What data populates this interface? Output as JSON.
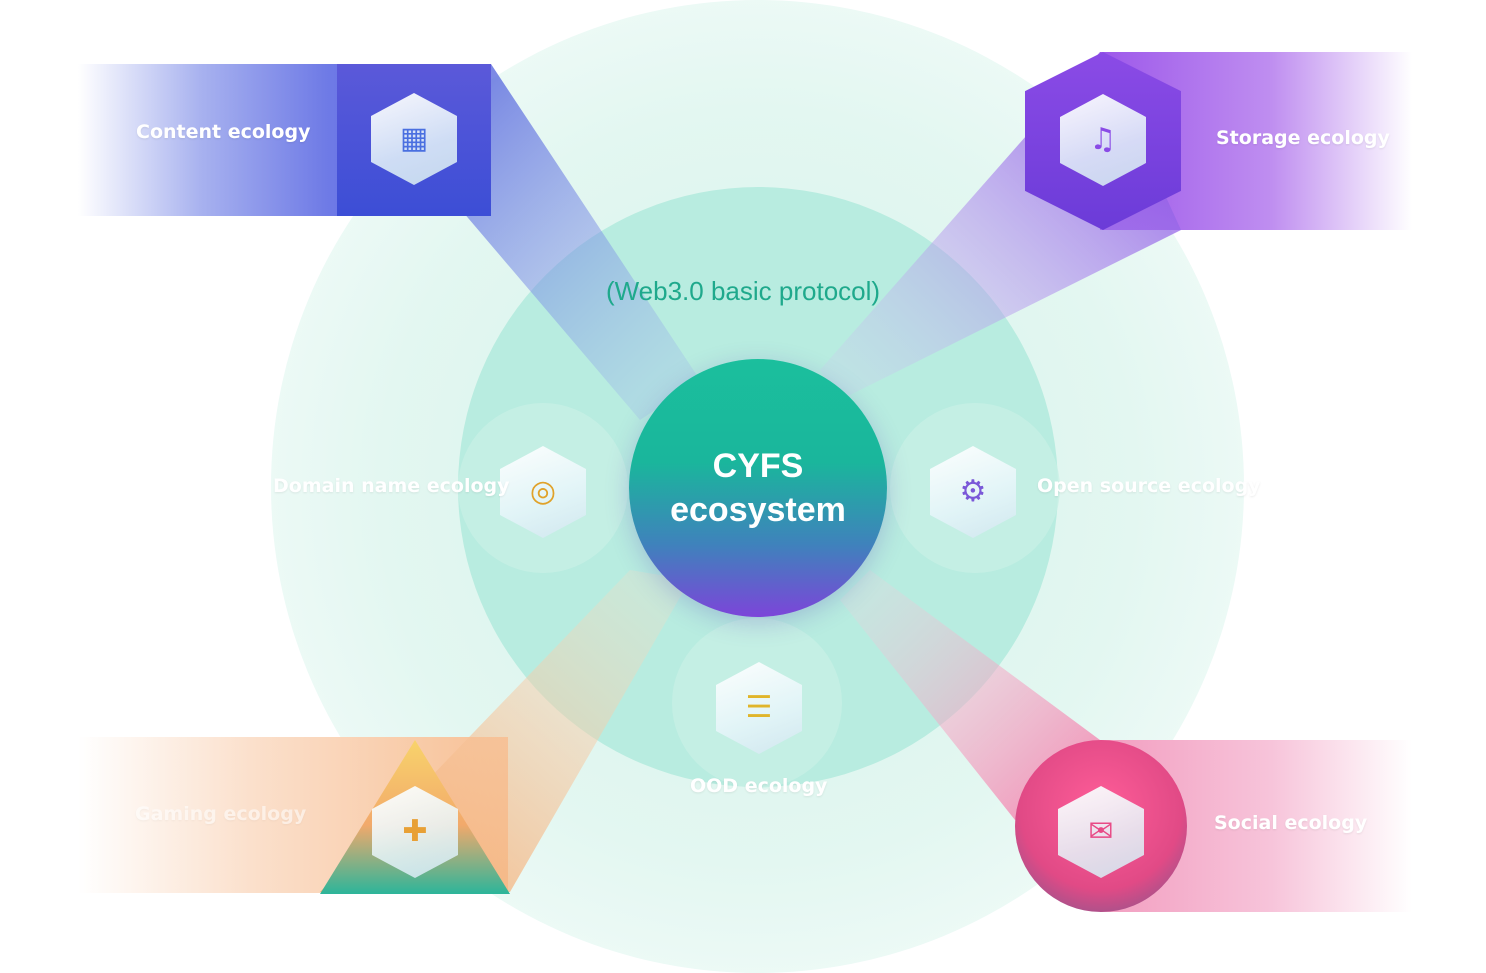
{
  "diagram": {
    "subtitle": "(Web3.0 basic protocol)",
    "center": {
      "title": "CYFS ecosystem",
      "colors": [
        "#1bbf9d",
        "#7c45d9"
      ]
    },
    "nodes": [
      {
        "id": "content",
        "label": "Content ecology",
        "icon": "content-cube-icon",
        "color": "#4f58dd"
      },
      {
        "id": "storage",
        "label": "Storage ecology",
        "icon": "storage-cube-icon",
        "color": "#8b4be6"
      },
      {
        "id": "domain",
        "label": "Domain name ecology",
        "icon": "domain-name-cube-icon",
        "color": "#b8ece0"
      },
      {
        "id": "open_source",
        "label": "Open source ecology",
        "icon": "open-source-cube-icon",
        "color": "#b8ece0"
      },
      {
        "id": "ood",
        "label": "OOD ecology",
        "icon": "ood-server-cube-icon",
        "color": "#b8ece0"
      },
      {
        "id": "gaming",
        "label": "Gaming ecology",
        "icon": "gaming-cube-icon",
        "color": "#f2a96b"
      },
      {
        "id": "social",
        "label": "Social ecology",
        "icon": "social-cube-icon",
        "color": "#e14a86"
      }
    ]
  }
}
